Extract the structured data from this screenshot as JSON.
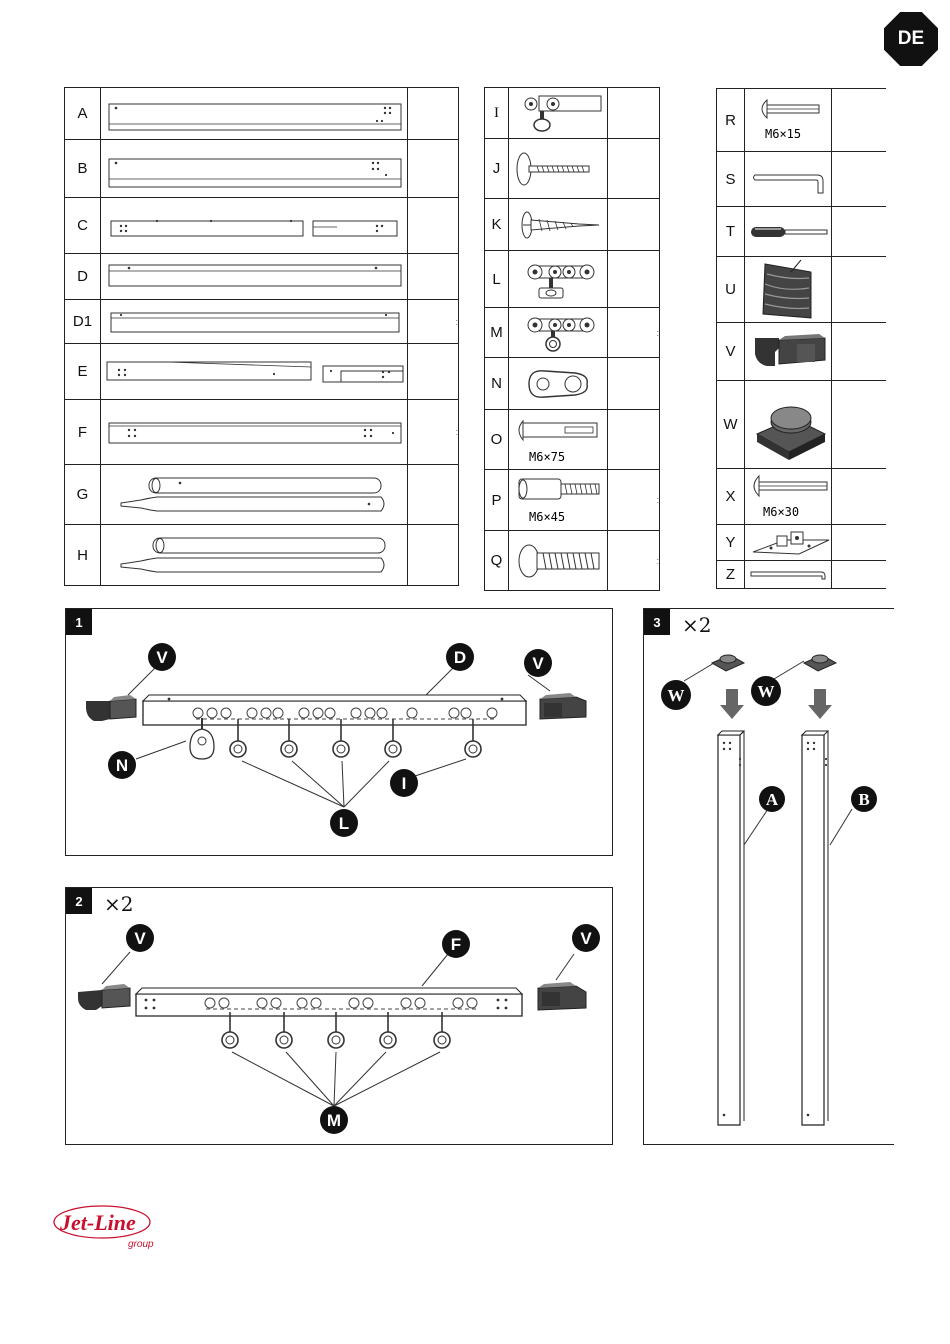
{
  "lang_badge": "DE",
  "parts_table_1": [
    {
      "label": "A",
      "qty": ""
    },
    {
      "label": "B",
      "qty": ""
    },
    {
      "label": "C",
      "qty": ""
    },
    {
      "label": "D",
      "qty": ""
    },
    {
      "label": "D1",
      "qty": ":"
    },
    {
      "label": "E",
      "qty": ""
    },
    {
      "label": "F",
      "qty": ":"
    },
    {
      "label": "G",
      "qty": ""
    },
    {
      "label": "H",
      "qty": ""
    }
  ],
  "parts_table_2": [
    {
      "label": "I",
      "qty": "",
      "caption": ""
    },
    {
      "label": "J",
      "qty": "",
      "caption": ""
    },
    {
      "label": "K",
      "qty": "",
      "caption": ""
    },
    {
      "label": "L",
      "qty": "",
      "caption": ""
    },
    {
      "label": "M",
      "qty": ":",
      "caption": ""
    },
    {
      "label": "N",
      "qty": "",
      "caption": ""
    },
    {
      "label": "O",
      "qty": "",
      "caption": "M6×75"
    },
    {
      "label": "P",
      "qty": ":",
      "caption": "M6×45"
    },
    {
      "label": "Q",
      "qty": ":",
      "caption": ""
    }
  ],
  "parts_table_3": [
    {
      "label": "R",
      "caption": "M6×15"
    },
    {
      "label": "S",
      "caption": ""
    },
    {
      "label": "T",
      "caption": ""
    },
    {
      "label": "U",
      "caption": ""
    },
    {
      "label": "V",
      "caption": ""
    },
    {
      "label": "W",
      "caption": ""
    },
    {
      "label": "X",
      "caption": "M6×30"
    },
    {
      "label": "Y",
      "caption": ""
    },
    {
      "label": "Z",
      "caption": ""
    }
  ],
  "steps": [
    {
      "number": "1",
      "multiplier": "",
      "callouts": {
        "V_left": "V",
        "D": "D",
        "V_right": "V",
        "N": "N",
        "L": "L",
        "I": "I"
      }
    },
    {
      "number": "2",
      "multiplier": "×2",
      "callouts": {
        "V_left": "V",
        "F": "F",
        "V_right": "V",
        "M": "M"
      }
    },
    {
      "number": "3",
      "multiplier": "×2",
      "callouts": {
        "W_left": "W",
        "W_right": "W",
        "A": "A",
        "B": "B"
      }
    }
  ],
  "logo": {
    "name": "Jet-Line",
    "sub": "group",
    "color": "#c8102e"
  }
}
